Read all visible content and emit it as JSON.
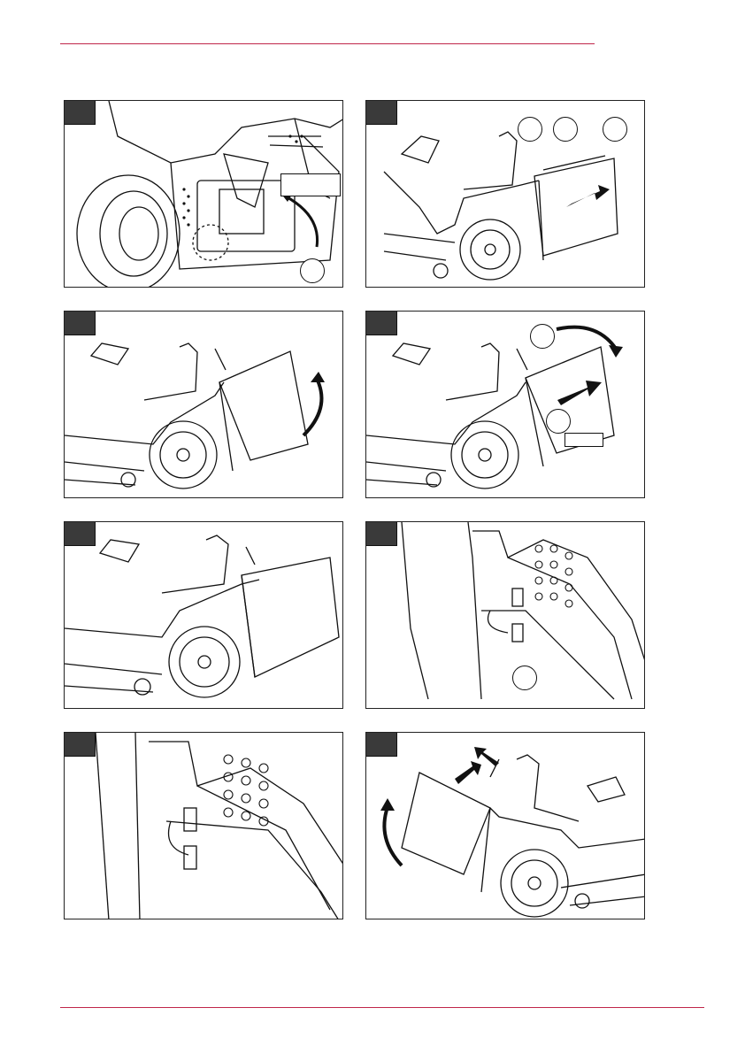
{
  "page": {
    "accent_color": "#c0264a"
  },
  "panels": [
    {
      "name": "step-1",
      "callouts": 1,
      "label_boxes": 1
    },
    {
      "name": "step-2",
      "callouts": 3,
      "label_boxes": 0
    },
    {
      "name": "step-3",
      "callouts": 0,
      "label_boxes": 0
    },
    {
      "name": "step-4",
      "callouts": 2,
      "label_boxes": 1
    },
    {
      "name": "step-5",
      "callouts": 0,
      "label_boxes": 0
    },
    {
      "name": "step-6",
      "callouts": 1,
      "label_boxes": 0
    },
    {
      "name": "step-7",
      "callouts": 0,
      "label_boxes": 0
    },
    {
      "name": "step-8",
      "callouts": 0,
      "label_boxes": 0
    }
  ]
}
